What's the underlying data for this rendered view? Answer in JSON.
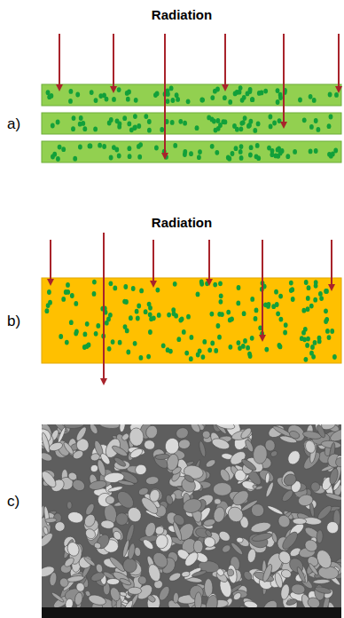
{
  "diagram": {
    "labels": [
      "Radiation",
      "a)",
      "Radiation",
      "b)",
      "c)"
    ]
  }
}
